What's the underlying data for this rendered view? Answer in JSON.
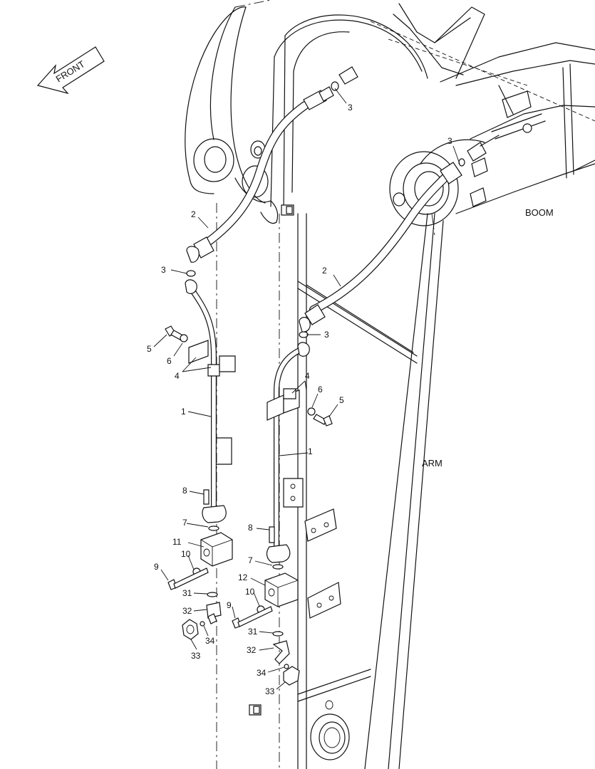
{
  "labels": {
    "front": "FRONT",
    "boom": "BOOM",
    "arm": "ARM"
  },
  "callouts": [
    {
      "id": "c3a",
      "text": "3"
    },
    {
      "id": "c3b",
      "text": "3"
    },
    {
      "id": "c2a",
      "text": "2"
    },
    {
      "id": "c3c",
      "text": "3"
    },
    {
      "id": "c2b",
      "text": "2"
    },
    {
      "id": "c3d",
      "text": "3"
    },
    {
      "id": "c5a",
      "text": "5"
    },
    {
      "id": "c6a",
      "text": "6"
    },
    {
      "id": "c4a",
      "text": "4"
    },
    {
      "id": "c4b",
      "text": "4"
    },
    {
      "id": "c6b",
      "text": "6"
    },
    {
      "id": "c5b",
      "text": "5"
    },
    {
      "id": "c1a",
      "text": "1"
    },
    {
      "id": "c1b",
      "text": "1"
    },
    {
      "id": "c8a",
      "text": "8"
    },
    {
      "id": "c7a",
      "text": "7"
    },
    {
      "id": "c11",
      "text": "11"
    },
    {
      "id": "c10a",
      "text": "10"
    },
    {
      "id": "c9a",
      "text": "9"
    },
    {
      "id": "c31a",
      "text": "31"
    },
    {
      "id": "c32a",
      "text": "32"
    },
    {
      "id": "c34a",
      "text": "34"
    },
    {
      "id": "c33a",
      "text": "33"
    },
    {
      "id": "c8b",
      "text": "8"
    },
    {
      "id": "c7b",
      "text": "7"
    },
    {
      "id": "c12",
      "text": "12"
    },
    {
      "id": "c10b",
      "text": "10"
    },
    {
      "id": "c9b",
      "text": "9"
    },
    {
      "id": "c31b",
      "text": "31"
    },
    {
      "id": "c32b",
      "text": "32"
    },
    {
      "id": "c34b",
      "text": "34"
    },
    {
      "id": "c33b",
      "text": "33"
    }
  ]
}
